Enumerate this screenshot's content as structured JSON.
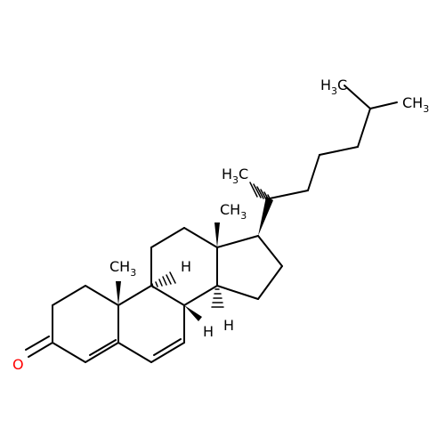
{
  "molecule": {
    "labels": {
      "carbonyl_oxygen": "O",
      "c10_methyl": {
        "main": "CH",
        "sub": "3"
      },
      "c13_methyl": {
        "main": "CH",
        "sub": "3"
      },
      "c9_h": "H",
      "c14_h": "H",
      "c8_h": "H",
      "c20_methyl": {
        "prefix": "H",
        "sub": "3",
        "main": "C"
      },
      "c25_methyl_left": {
        "prefix": "H",
        "sub": "3",
        "main": "C"
      },
      "c25_methyl_right": {
        "main": "CH",
        "sub": "3"
      }
    },
    "colors": {
      "bond": "#000000",
      "oxygen": "#ff0000"
    }
  }
}
